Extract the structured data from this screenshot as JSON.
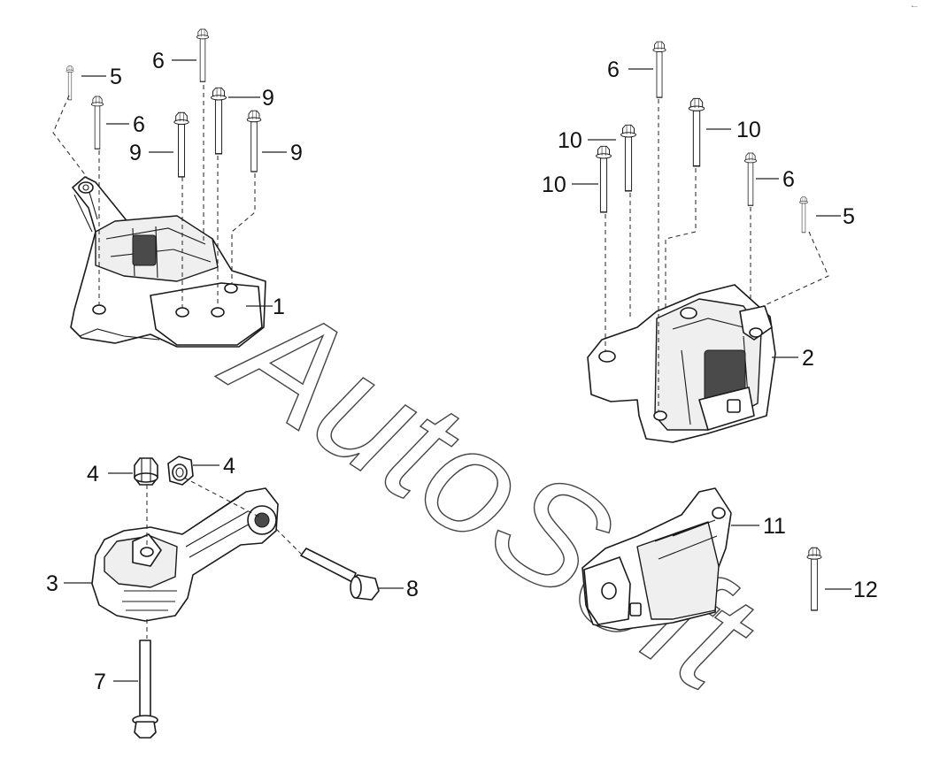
{
  "watermark": "AutoSoft",
  "corner_mark": "•—",
  "callouts": {
    "n1": "1",
    "n2": "2",
    "n3": "3",
    "n4a": "4",
    "n4b": "4",
    "n5a": "5",
    "n5b": "5",
    "n6a": "6",
    "n6b": "6",
    "n6c": "6",
    "n6d": "6",
    "n7": "7",
    "n8": "8",
    "n9a": "9",
    "n9b": "9",
    "n9c": "9",
    "n10a": "10",
    "n10b": "10",
    "n10c": "10",
    "n11": "11",
    "n12": "12"
  }
}
